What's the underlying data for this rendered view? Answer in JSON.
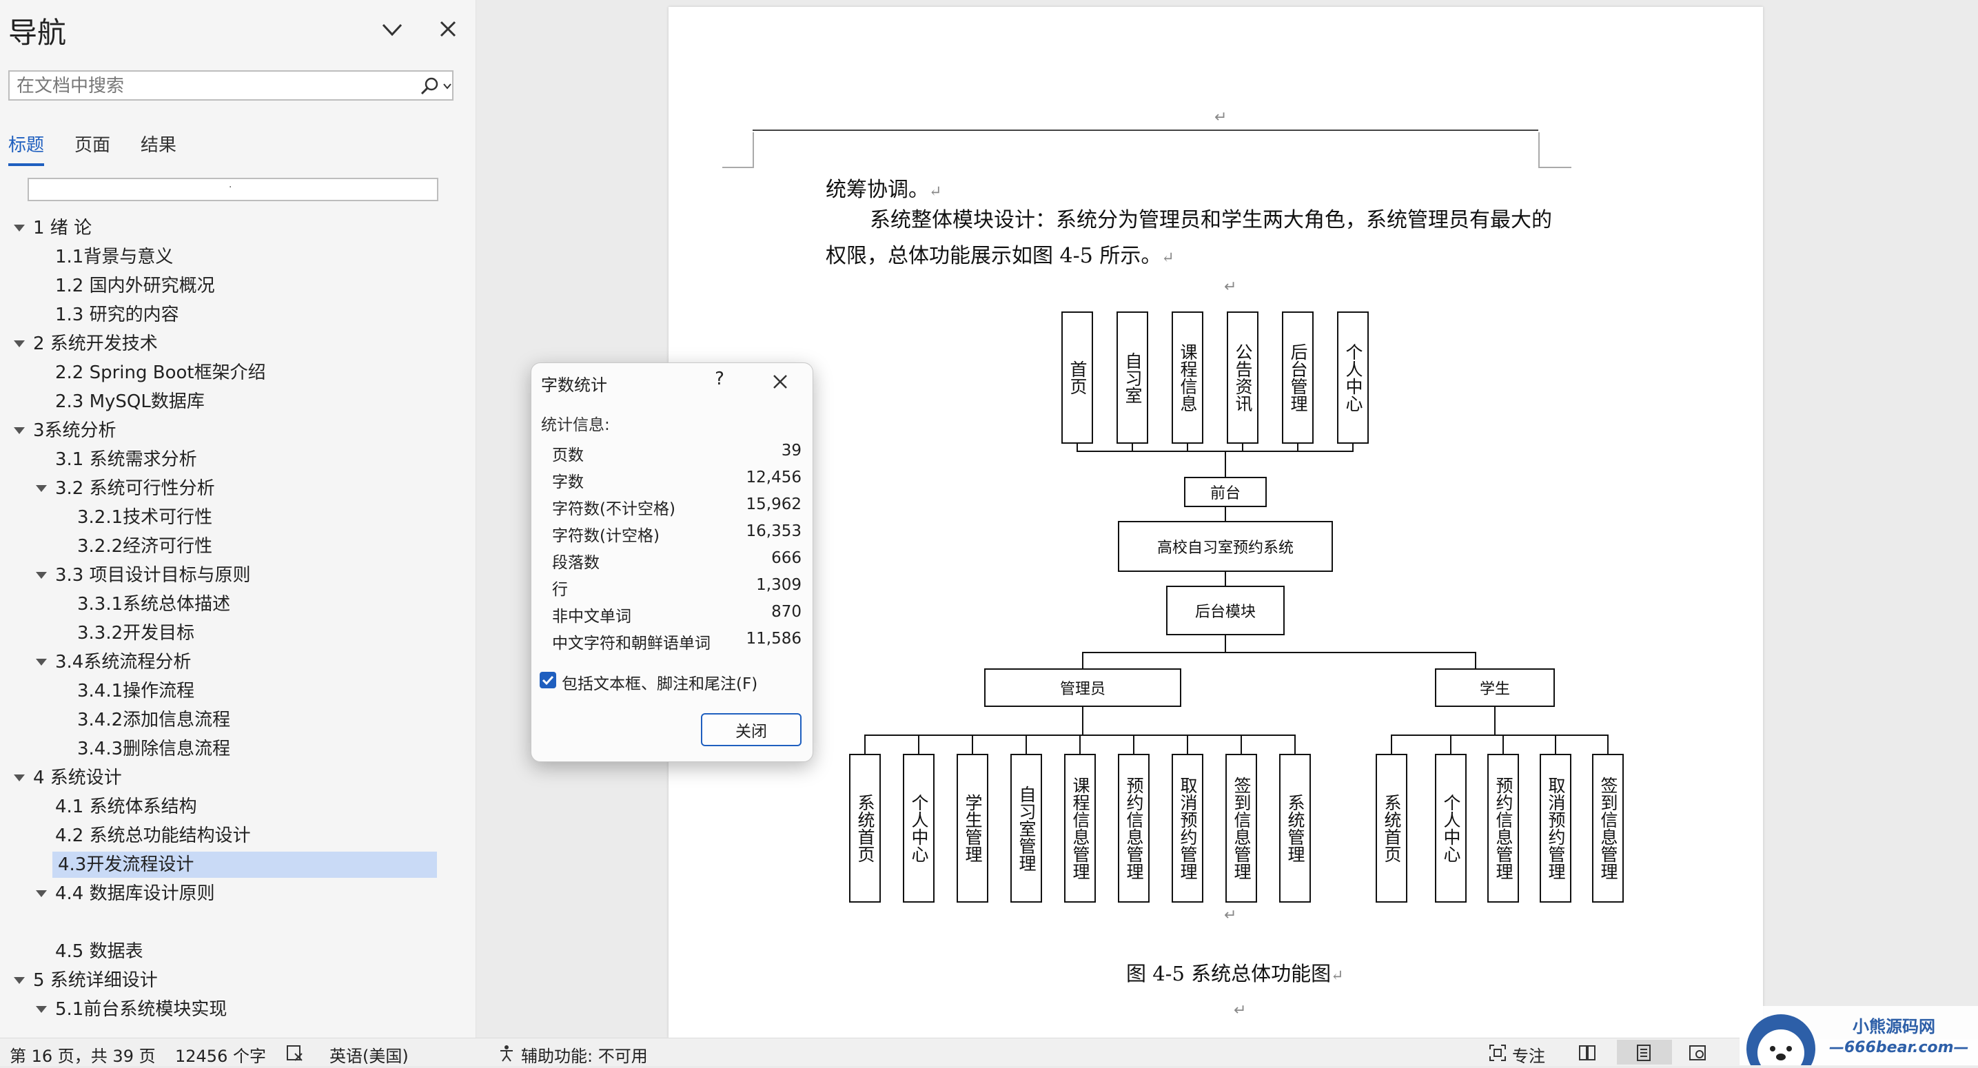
{
  "nav": {
    "title": "导航",
    "search_placeholder": "在文档中搜索",
    "tabs": [
      "标题",
      "页面",
      "结果"
    ],
    "scroll_marker": "·",
    "outline": [
      {
        "label": "1 绪  论",
        "level": 1,
        "expanded": true
      },
      {
        "label": "1.1背景与意义",
        "level": 2
      },
      {
        "label": "1.2 国内外研究概况",
        "level": 2
      },
      {
        "label": "1.3 研究的内容",
        "level": 2
      },
      {
        "label": "2 系统开发技术",
        "level": 1,
        "expanded": true
      },
      {
        "label": "2.2 Spring Boot框架介绍",
        "level": 2
      },
      {
        "label": "2.3 MySQL数据库",
        "level": 2
      },
      {
        "label": "3系统分析",
        "level": 1,
        "expanded": true
      },
      {
        "label": "3.1 系统需求分析",
        "level": 2
      },
      {
        "label": "3.2 系统可行性分析",
        "level": 2,
        "expanded": true
      },
      {
        "label": "3.2.1技术可行性",
        "level": 3
      },
      {
        "label": "3.2.2经济可行性",
        "level": 3
      },
      {
        "label": "3.3 项目设计目标与原则",
        "level": 2,
        "expanded": true
      },
      {
        "label": "3.3.1系统总体描述",
        "level": 3
      },
      {
        "label": "3.3.2开发目标",
        "level": 3
      },
      {
        "label": "3.4系统流程分析",
        "level": 2,
        "expanded": true
      },
      {
        "label": "3.4.1操作流程",
        "level": 3
      },
      {
        "label": "3.4.2添加信息流程",
        "level": 3
      },
      {
        "label": "3.4.3删除信息流程",
        "level": 3
      },
      {
        "label": "4 系统设计",
        "level": 1,
        "expanded": true
      },
      {
        "label": "4.1 系统体系结构",
        "level": 2
      },
      {
        "label": "4.2 系统总功能结构设计",
        "level": 2
      },
      {
        "label": "4.3开发流程设计",
        "level": 2,
        "selected": true
      },
      {
        "label": "4.4 数据库设计原则",
        "level": 2,
        "expanded": true
      },
      {
        "label": "",
        "level": 3
      },
      {
        "label": "4.5 数据表",
        "level": 2
      },
      {
        "label": "5 系统详细设计",
        "level": 1,
        "expanded": true
      },
      {
        "label": "5.1前台系统模块实现",
        "level": 2,
        "expanded": true
      }
    ]
  },
  "document": {
    "line1": "统筹协调。",
    "line2": "系统整体模块设计：系统分为管理员和学生两大角色，系统管理员有最大的",
    "line3": "权限，总体功能展示如图 4-5 所示。",
    "para_mark": "↵",
    "caption": "图 4-5  系统总体功能图",
    "diagram": {
      "top_modules": [
        "首页",
        "自习室",
        "课程信息",
        "公告资讯",
        "后台管理",
        "个人中心"
      ],
      "front": "前台",
      "system": "高校自习室预约系统",
      "backend": "后台模块",
      "admin": "管理员",
      "student": "学生",
      "admin_modules": [
        "系统首页",
        "个人中心",
        "学生管理",
        "自习室管理",
        "课程信息管理",
        "预约信息管理",
        "取消预约管理",
        "签到信息管理",
        "系统管理"
      ],
      "student_modules": [
        "系统首页",
        "个人中心",
        "预约信息管理",
        "取消预约管理",
        "签到信息管理"
      ]
    }
  },
  "dialog": {
    "title": "字数统计",
    "help": "?",
    "section": "统计信息:",
    "stats": [
      {
        "label": "页数",
        "value": "39"
      },
      {
        "label": "字数",
        "value": "12,456"
      },
      {
        "label": "字符数(不计空格)",
        "value": "15,962"
      },
      {
        "label": "字符数(计空格)",
        "value": "16,353"
      },
      {
        "label": "段落数",
        "value": "666"
      },
      {
        "label": "行",
        "value": "1,309"
      },
      {
        "label": "非中文单词",
        "value": "870"
      },
      {
        "label": "中文字符和朝鲜语单词",
        "value": "11,586"
      }
    ],
    "checkbox_label": "包括文本框、脚注和尾注(F)",
    "checkbox_checked": true,
    "close_button": "关闭"
  },
  "status": {
    "page": "第 16 页，共 39 页",
    "words": "12456 个字",
    "language": "英语(美国)",
    "accessibility": "辅助功能: 不可用",
    "focus": "专注"
  },
  "watermark": {
    "name": "小熊源码网",
    "url": "—666bear.com—"
  },
  "colors": {
    "accent": "#1f5fbf",
    "selected": "#c9daf6"
  }
}
